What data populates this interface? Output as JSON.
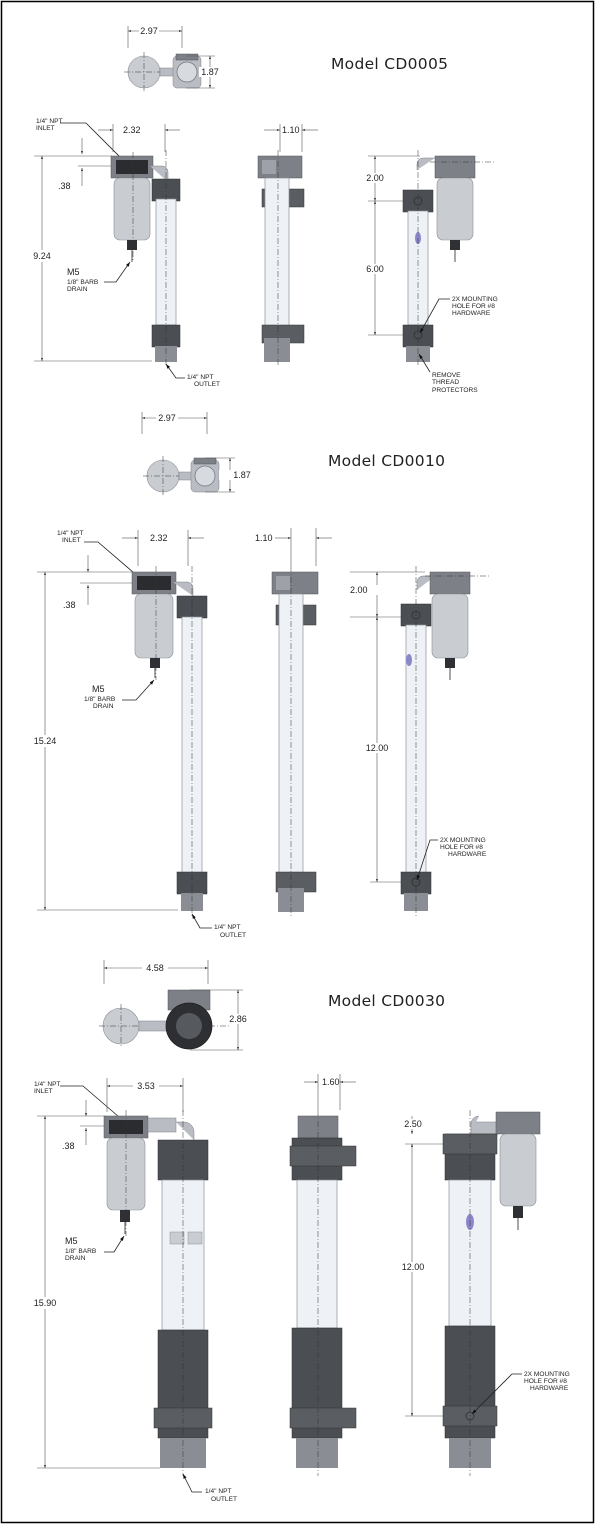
{
  "models": [
    {
      "title": "Model CD0005",
      "top_view": {
        "width": "2.97",
        "depth": "1.87"
      },
      "front_view": {
        "inlet_label": [
          "1/4\" NPT",
          "INLET"
        ],
        "width": "2.32",
        "inlet_offset": ".38",
        "height": "9.24",
        "drain_label": [
          "M5",
          "1/8\" BARB",
          "DRAIN"
        ],
        "outlet_label": [
          "1/4\" NPT",
          "OUTLET"
        ]
      },
      "side_view": {
        "width": "1.10"
      },
      "rear_view": {
        "top_offset": "2.00",
        "hole_spacing": "6.00",
        "mounting_note": [
          "2X MOUNTING",
          "HOLE FOR #8",
          "HARDWARE"
        ],
        "remove_note": [
          "REMOVE",
          "THREAD",
          "PROTECTORS"
        ]
      }
    },
    {
      "title": "Model CD0010",
      "top_view": {
        "width": "2.97",
        "depth": "1.87"
      },
      "front_view": {
        "inlet_label": [
          "1/4\" NPT",
          "INLET"
        ],
        "width": "2.32",
        "inlet_offset": ".38",
        "height": "15.24",
        "drain_label": [
          "M5",
          "1/8\" BARB",
          "DRAIN"
        ],
        "outlet_label": [
          "1/4\" NPT",
          "OUTLET"
        ]
      },
      "side_view": {
        "width": "1.10"
      },
      "rear_view": {
        "top_offset": "2.00",
        "hole_spacing": "12.00",
        "mounting_note": [
          "2X MOUNTING",
          "HOLE FOR #8",
          "HARDWARE"
        ]
      }
    },
    {
      "title": "Model CD0030",
      "top_view": {
        "width": "4.58",
        "depth": "2.86"
      },
      "front_view": {
        "inlet_label": [
          "1/4\" NPT",
          "INLET"
        ],
        "width": "3.53",
        "inlet_offset": ".38",
        "height": "15.90",
        "drain_label": [
          "M5",
          "1/8\" BARB",
          "DRAIN"
        ],
        "outlet_label": [
          "1/4\" NPT",
          "OUTLET"
        ]
      },
      "side_view": {
        "width": "1.60"
      },
      "rear_view": {
        "top_offset": "2.50",
        "hole_spacing": "12.00",
        "mounting_note": [
          "2X MOUNTING",
          "HOLE FOR #8",
          "HARDWARE"
        ]
      }
    }
  ],
  "colors": {
    "frame": "#000000",
    "dark_cap": "#4b4e53",
    "tube": "#eef2f6"
  }
}
